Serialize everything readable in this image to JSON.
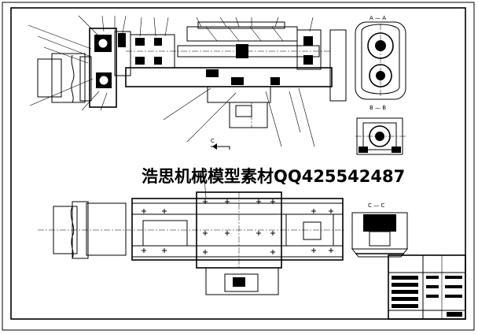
{
  "watermark": {
    "text": "浩思机械模型素材QQ425542487"
  },
  "section_labels": {
    "a": "A — A",
    "b": "B — B",
    "c": "C — C",
    "view_c": "C"
  },
  "colors": {
    "line": "#000000",
    "paper": "#ffffff"
  }
}
